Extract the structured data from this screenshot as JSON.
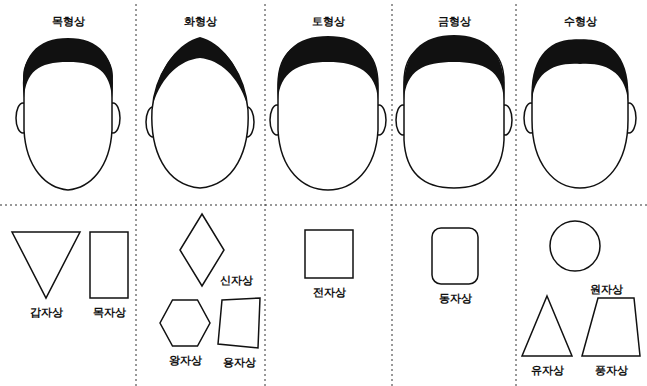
{
  "diagram": {
    "nodes": [
      {
        "text": [
          "갑자상"
        ]
      },
      {
        "text": [
          "목자상"
        ]
      },
      {
        "text": [
          "신자상"
        ]
      },
      {
        "text": [
          "왕자상"
        ]
      },
      {
        "text": [
          "용자상"
        ]
      },
      {
        "text": [
          "전자상"
        ]
      },
      {
        "text": [
          "동자상"
        ]
      },
      {
        "text": [
          "원자상"
        ]
      },
      {
        "text": [
          "유자상"
        ]
      },
      {
        "text": [
          "풍자상"
        ]
      }
    ],
    "labels": [
      "목형상",
      "화형상",
      "토형상",
      "금형상",
      "수형상"
    ]
  }
}
